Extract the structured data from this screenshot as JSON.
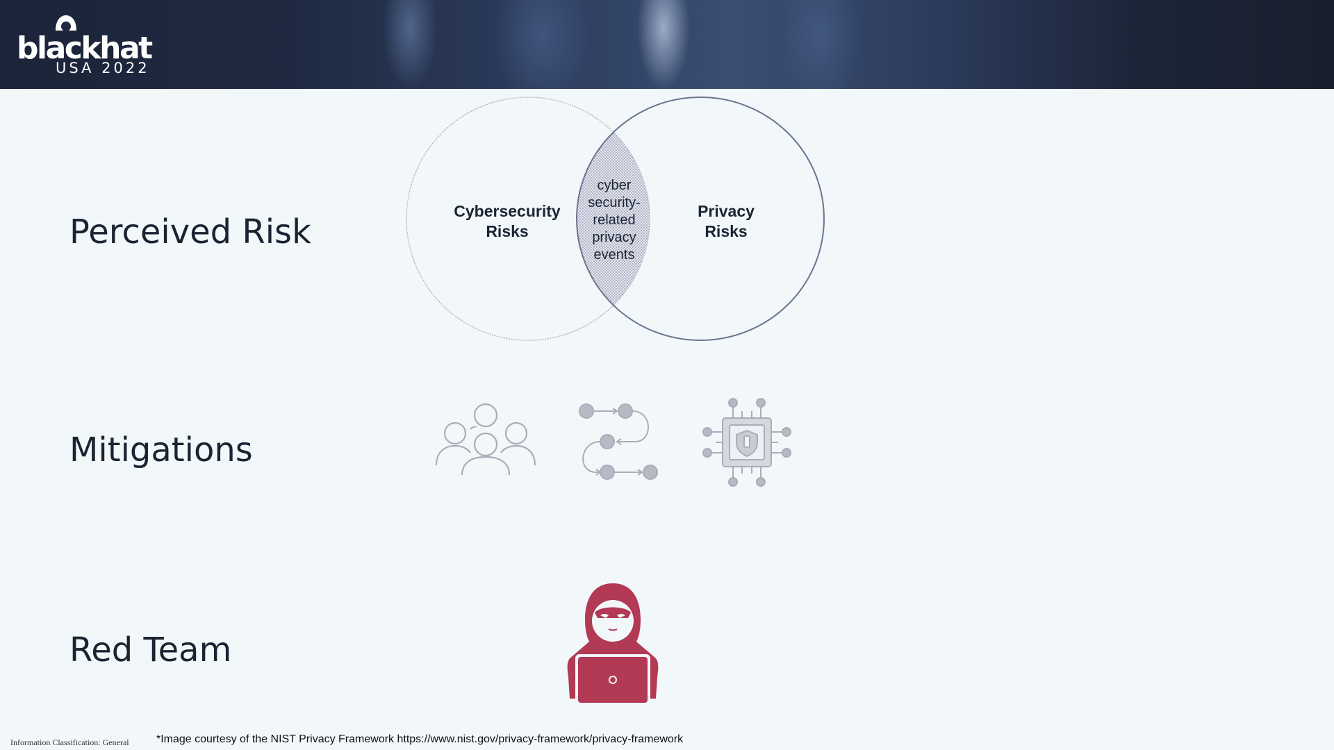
{
  "header": {
    "logo_word": "blackhat",
    "logo_sub": "USA 2022"
  },
  "rows": {
    "perceived_risk": "Perceived Risk",
    "mitigations": "Mitigations",
    "red_team": "Red Team"
  },
  "venn": {
    "left_line1": "Cybersecurity",
    "left_line2": "Risks",
    "right_line1": "Privacy",
    "right_line2": "Risks",
    "overlap_lines": [
      "cyber",
      "security-",
      "related",
      "privacy",
      "events"
    ]
  },
  "mitigation_icons": [
    "people-group-icon",
    "process-flow-icon",
    "secure-chip-icon"
  ],
  "red_team_icon": "hooded-hacker-icon",
  "colors": {
    "banner": "#1f2a42",
    "background": "#f2f7fa",
    "hacker": "#b23a55",
    "icon_gray": "#a9adb8"
  },
  "footer": {
    "classification": "Information Classification: General",
    "credit": "*Image courtesy of the NIST Privacy Framework https://www.nist.gov/privacy-framework/privacy-framework"
  }
}
